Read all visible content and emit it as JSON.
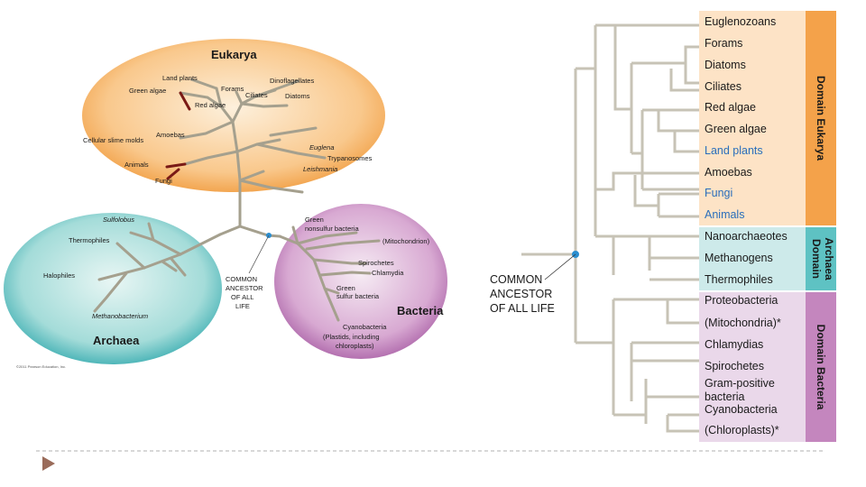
{
  "left_tree": {
    "eukarya": {
      "title": "Eukarya",
      "labels": [
        "Land plants",
        "Green algae",
        "Forams",
        "Dinoflagellates",
        "Red algae",
        "Ciliates",
        "Diatoms",
        "Cellular slime molds",
        "Amoebas",
        "Euglena",
        "Trypanosomes",
        "Animals",
        "Leishmania",
        "Fungi"
      ]
    },
    "archaea": {
      "title": "Archaea",
      "labels": [
        "Sulfolobus",
        "Thermophiles",
        "Halophiles",
        "Methanobacterium"
      ]
    },
    "bacteria": {
      "title": "Bacteria",
      "labels": [
        "Green",
        "nonsulfur bacteria",
        "(Mitochondrion)",
        "Spirochetes",
        "Chlamydia",
        "Green",
        "sulfur bacteria",
        "Cyanobacteria",
        "(Plastids, including",
        "chloroplasts)"
      ]
    },
    "ancestor": [
      "COMMON",
      "ANCESTOR",
      "OF ALL",
      "LIFE"
    ],
    "copyright": "©2011 Pearson Education, Inc."
  },
  "right_tree": {
    "ancestor": [
      "COMMON",
      "ANCESTOR",
      "OF ALL LIFE"
    ],
    "eukarya_taxa": [
      "Euglenozoans",
      "Forams",
      "Diatoms",
      "Ciliates",
      "Red algae",
      "Green algae",
      "Land plants",
      "Amoebas",
      "Fungi",
      "Animals"
    ],
    "archaea_taxa": [
      "Nanoarchaeotes",
      "Methanogens",
      "Thermophiles"
    ],
    "bacteria_taxa": [
      "Proteobacteria",
      "(Mitochondria)*",
      "Chlamydias",
      "Spirochetes",
      "Gram-positive",
      "bacteria",
      "Cyanobacteria",
      "(Chloroplasts)*"
    ],
    "domains": {
      "eukarya": "Domain Eukarya",
      "archaea_1": "Domain",
      "archaea_2": "Archaea",
      "bacteria": "Domain Bacteria"
    }
  },
  "colors": {
    "eukarya_bg": "#fde3c6",
    "eukarya_bar": "#f4a24a",
    "archaea_bg": "#cdeaea",
    "archaea_bar": "#5ec2c3",
    "bacteria_bg": "#ead8ea",
    "bacteria_bar": "#c486be",
    "highlight_text": "#2a6ebb",
    "node": "#2a8ed0"
  }
}
